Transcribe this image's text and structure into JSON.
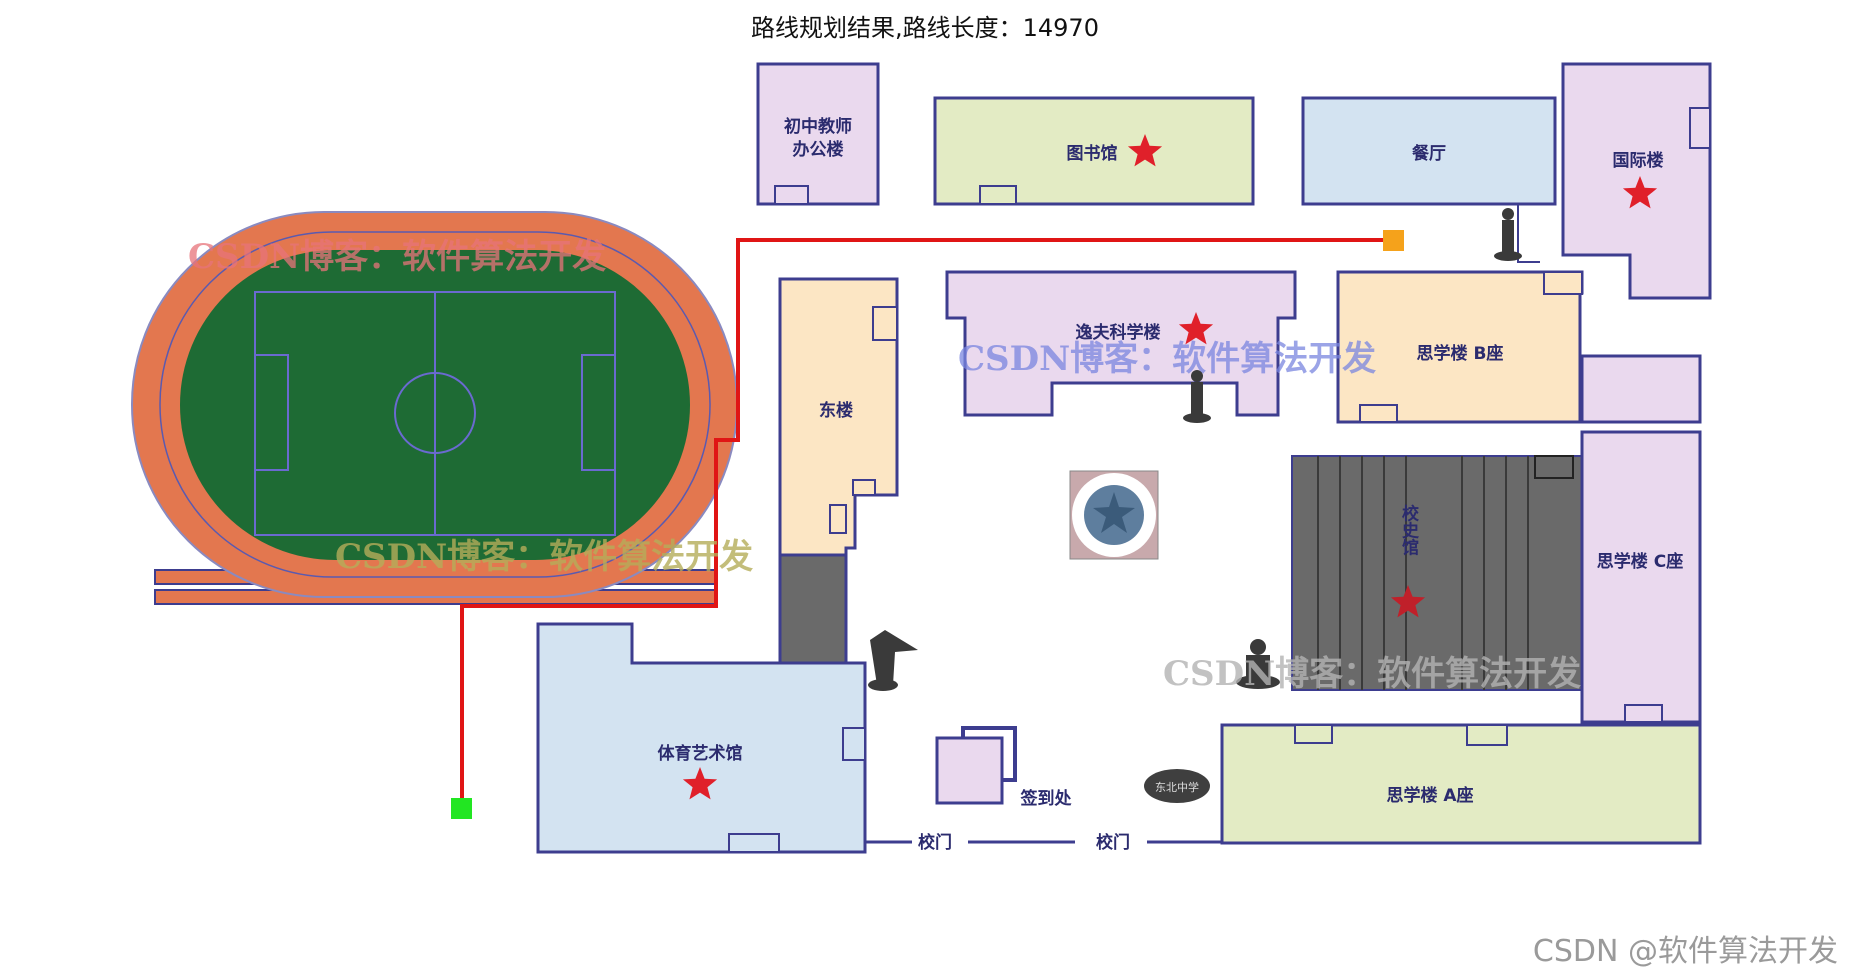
{
  "title": "路线规划结果,路线长度：14970",
  "route": {
    "length": 14970,
    "color": "#e01515",
    "start_color": "#22e622",
    "end_color": "#f5a21b"
  },
  "buildings": {
    "junior_office_line1": "初中教师",
    "junior_office_line2": "办公楼",
    "library": "图书馆",
    "canteen": "餐厅",
    "international": "国际楼",
    "science": "逸夫科学楼",
    "siyuan_b": "思学楼 B座",
    "east": "东楼",
    "history": "校史馆",
    "siyuan_c": "思学楼 C座",
    "sports_art": "体育艺术馆",
    "checkin": "签到处",
    "siyuan_a": "思学楼 A座"
  },
  "gates": {
    "gate1": "校门",
    "gate2": "校门"
  },
  "rock_text": "东北中学",
  "watermarks": {
    "wm1": "CSDN博客：软件算法开发",
    "wm2": "CSDN博客：软件算法开发",
    "wm3": "CSDN博客：软件算法开发",
    "wm4": "CSDN博客：软件算法开发"
  },
  "footer": "CSDN @软件算法开发",
  "colors": {
    "outline": "#3d3d8f",
    "track": "#e3774f",
    "field": "#1e6b34",
    "lavender": "#ead9ee",
    "green_yellow": "#e3ebc4",
    "light_blue": "#d3e3f1",
    "peach": "#fce6c4",
    "gray_building": "#6a6a6a",
    "star": "#e0202a"
  }
}
